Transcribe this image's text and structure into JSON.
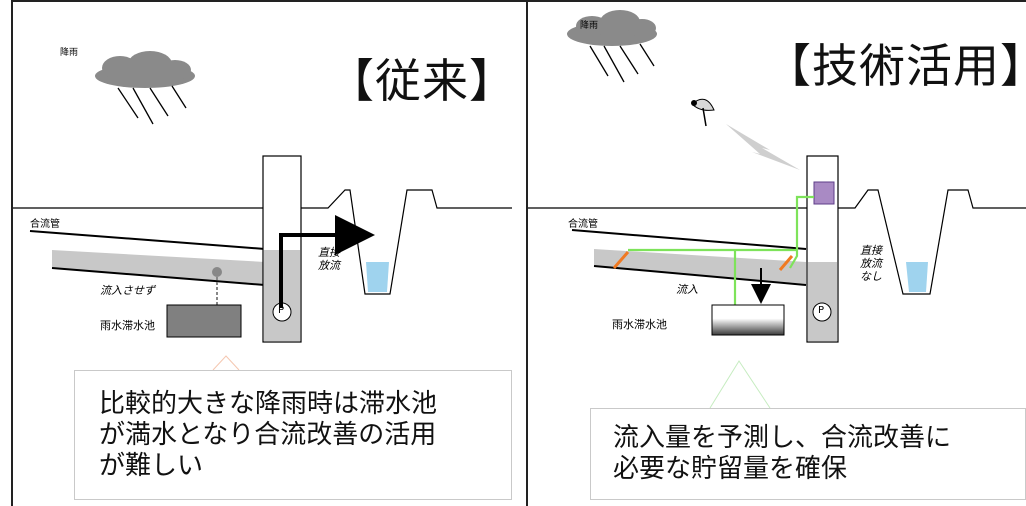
{
  "left_panel": {
    "title": "【従来】",
    "rain_label": "降雨",
    "combined_pipe_label": "合流管",
    "direct_discharge_label": "直接\n放流",
    "no_inflow_label": "流入させず",
    "storage_tank_label": "雨水滞水池",
    "pump_label": "P",
    "callout_text": "比較的大きな降雨時は滞水池\nが満水となり合流改善の活用\nが難しい"
  },
  "right_panel": {
    "title": "【技術活用】",
    "rain_label": "降雨",
    "combined_pipe_label": "合流管",
    "no_direct_discharge_label": "直接\n放流\nなし",
    "inflow_label": "流入",
    "storage_tank_label": "雨水滞水池",
    "pump_label": "P",
    "callout_text": "流入量を予測し、合流改善に\n必要な貯留量を確保"
  },
  "colors": {
    "water": "#9fd3ee",
    "pipe_fill": "#c8c8c8",
    "control_line": "#7ee35a",
    "valve": "#f07a22",
    "controller_box": "#a98ac4",
    "arrow": "#000000",
    "cloud": "#888888"
  }
}
